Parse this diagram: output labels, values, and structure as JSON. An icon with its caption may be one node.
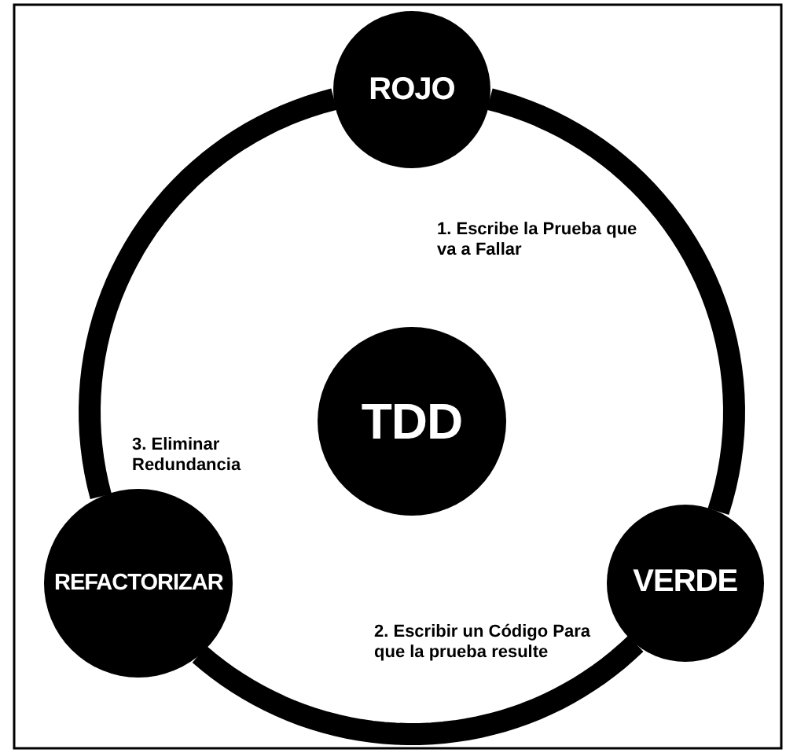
{
  "diagram": {
    "nodes": [
      {
        "text": [
          "ROJO"
        ]
      },
      {
        "text": [
          "VERDE"
        ]
      },
      {
        "text": [
          "REFACTORIZAR"
        ]
      },
      {
        "text": [
          "TDD"
        ]
      }
    ],
    "edges": [
      {
        "from": 0,
        "to": 1,
        "arrow": "none"
      },
      {
        "from": 1,
        "to": 2,
        "arrow": "none"
      },
      {
        "from": 2,
        "to": 0,
        "arrow": "none"
      }
    ],
    "labels": [
      "1. Escribe la Prueba que va a Fallar",
      "3. Eliminar Redundancia",
      "2. Escribir un Código Para que la prueba resulte"
    ]
  }
}
